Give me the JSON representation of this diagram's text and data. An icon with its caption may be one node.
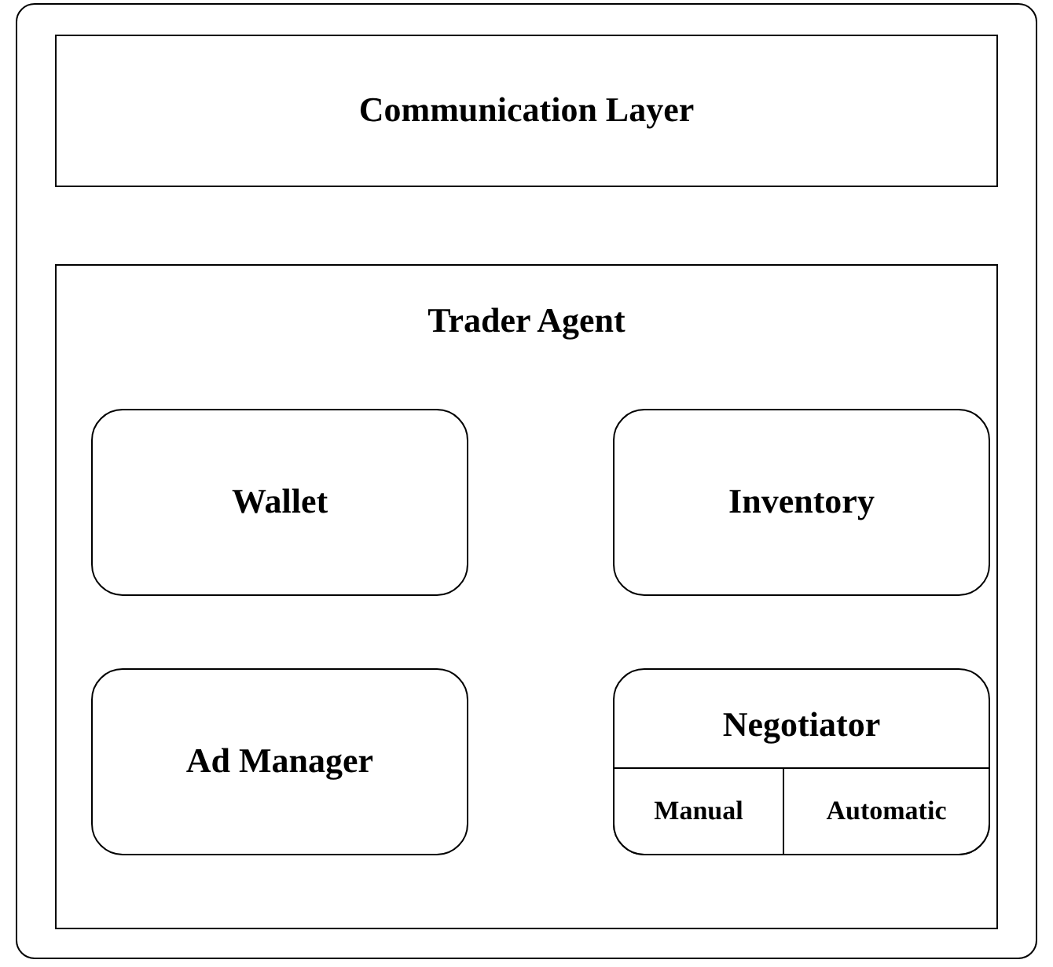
{
  "diagram": {
    "nodes": [
      {
        "text": [],
        "shape": "box"
      },
      {
        "text": [
          "Communication Layer"
        ],
        "in": 0
      },
      {
        "text": [
          "Trader Agent"
        ],
        "in": 0
      },
      {
        "text": [
          "Wallet"
        ],
        "in": 2
      },
      {
        "text": [
          "Inventory"
        ],
        "in": 2
      },
      {
        "text": [
          "Ad Manager"
        ],
        "in": 2
      },
      {
        "text": [
          "Negotiator"
        ],
        "in": 2
      },
      {
        "text": [
          "Manual"
        ],
        "in": 6
      },
      {
        "text": [
          "Automatic"
        ],
        "in": 6
      }
    ],
    "edges": []
  }
}
